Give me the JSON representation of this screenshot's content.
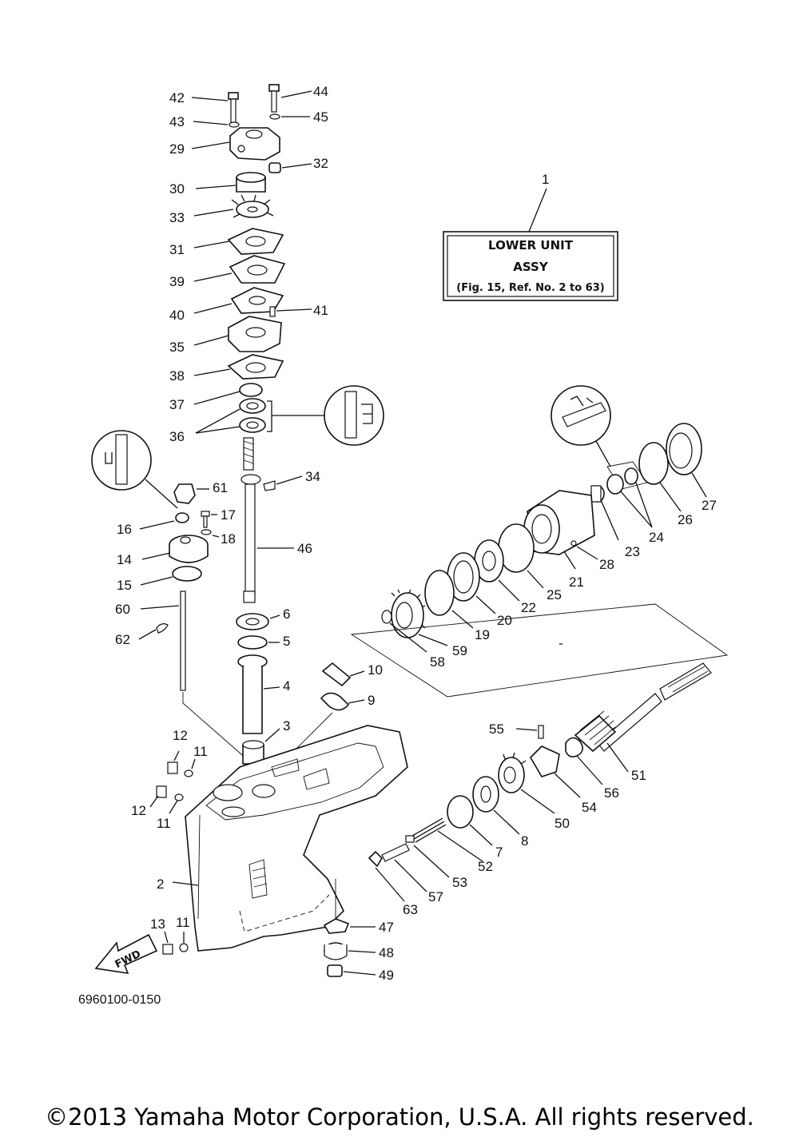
{
  "assembly_box": {
    "callout": "1",
    "line1": "LOWER UNIT",
    "line2": "ASSY",
    "line3": "(Fig. 15, Ref. No. 2 to 63)"
  },
  "direction_label": "FWD",
  "drawing_number": "6960100-0150",
  "copyright": "©2013 Yamaha Motor Corporation, U.S.A. All rights reserved.",
  "callouts": {
    "c2": "2",
    "c3": "3",
    "c4": "4",
    "c5": "5",
    "c6": "6",
    "c7": "7",
    "c8": "8",
    "c9": "9",
    "c10": "10",
    "c11a": "11",
    "c11b": "11",
    "c11c": "11",
    "c12a": "12",
    "c12b": "12",
    "c13": "13",
    "c14": "14",
    "c15": "15",
    "c16": "16",
    "c17": "17",
    "c18": "18",
    "c19": "19",
    "c20": "20",
    "c21": "21",
    "c22": "22",
    "c23": "23",
    "c24": "24",
    "c25": "25",
    "c26": "26",
    "c27": "27",
    "c28": "28",
    "c29": "29",
    "c30": "30",
    "c31": "31",
    "c32": "32",
    "c33": "33",
    "c34": "34",
    "c35": "35",
    "c36": "36",
    "c37": "37",
    "c38": "38",
    "c39": "39",
    "c40": "40",
    "c41": "41",
    "c42": "42",
    "c43": "43",
    "c44": "44",
    "c45": "45",
    "c46": "46",
    "c47": "47",
    "c48": "48",
    "c49": "49",
    "c50": "50",
    "c51": "51",
    "c52": "52",
    "c53": "53",
    "c54": "54",
    "c55": "55",
    "c56": "56",
    "c57": "57",
    "c58": "58",
    "c59": "59",
    "c60": "60",
    "c61": "61",
    "c62": "62",
    "c63": "63"
  }
}
